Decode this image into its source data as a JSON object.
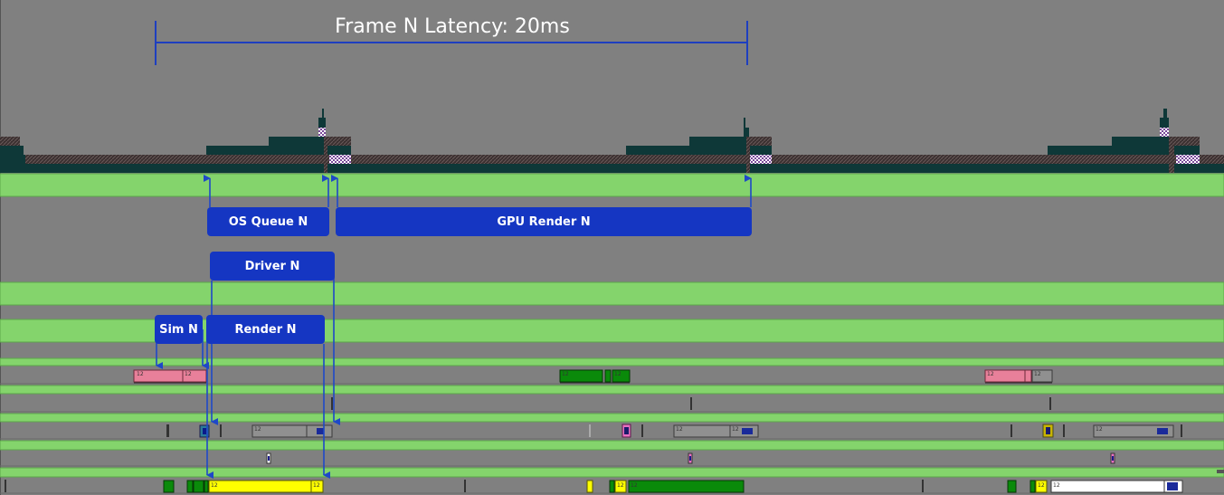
{
  "title": "Frame N Latency: 20ms",
  "stages": {
    "os_queue": "OS Queue N",
    "gpu_render": "GPU Render N",
    "driver": "Driver N",
    "sim": "Sim N",
    "render": "Render N"
  },
  "packet_label": "12",
  "colors": {
    "background": "#808080",
    "lane": "#84d46c",
    "stage_box": "#1536c2",
    "arrow": "#1e48c8",
    "gpu_queue": "#0e3838",
    "sim_packet": "#e8809a",
    "render_packet": "#ffff00",
    "gpu_packet": "#0a8a0a"
  }
}
